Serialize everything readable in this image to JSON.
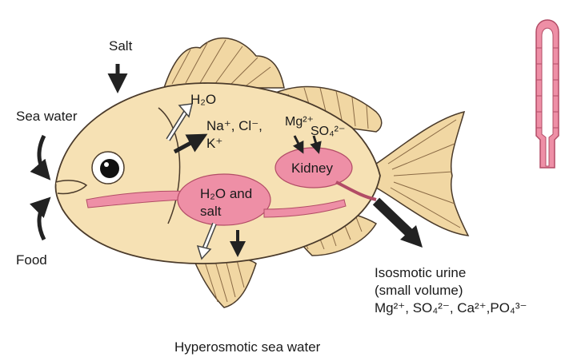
{
  "labels": {
    "salt": "Salt",
    "sea_water": "Sea water",
    "food": "Food",
    "h2o_out": "H₂O",
    "ions_out": "Na⁺, Cl⁻,",
    "k_out": "K⁺",
    "mg_kidney": "Mg²⁺",
    "so4_kidney": "SO₄²⁻",
    "kidney": "Kidney",
    "gut_line1": "H₂O and",
    "gut_line2": "salt",
    "urine_line1": "Isosmotic urine",
    "urine_line2": "(small volume)",
    "urine_ions": "Mg²⁺, SO₄²⁻, Ca²⁺,PO₄³⁻",
    "caption": "Hyperosmotic sea water"
  },
  "colors": {
    "fish_body": "#f6e1b4",
    "fin": "#f1d7a3",
    "organ_pink": "#ee8fa6",
    "outline": "#4a3a2a",
    "arrow": "#222222"
  }
}
